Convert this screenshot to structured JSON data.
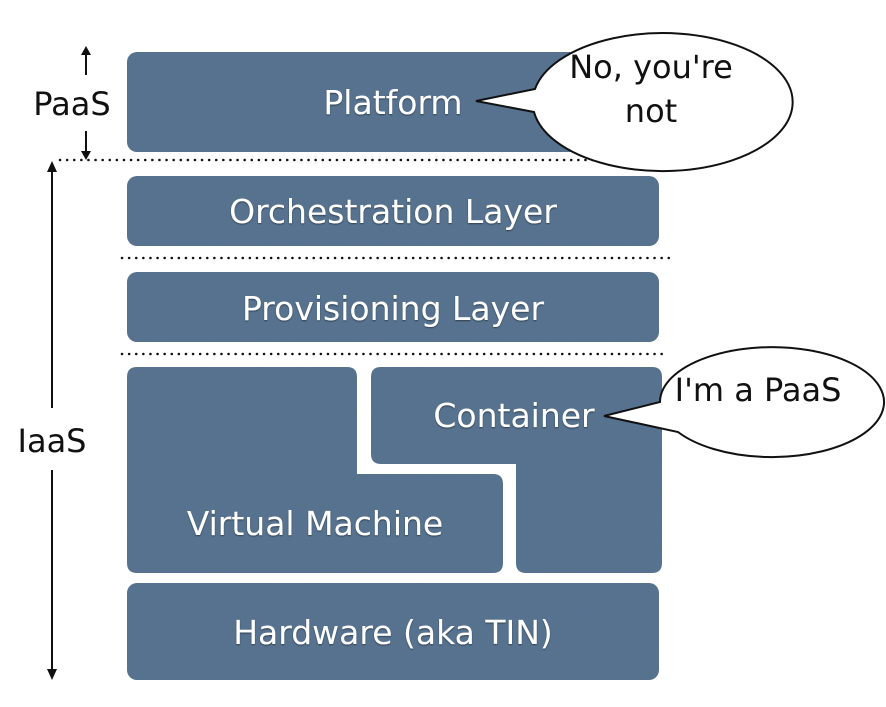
{
  "side_labels": {
    "paas": "PaaS",
    "iaas": "IaaS"
  },
  "layers": {
    "platform": "Platform",
    "orchestration": "Orchestration Layer",
    "provisioning": "Provisioning Layer",
    "container": "Container",
    "virtual_machine": "Virtual Machine",
    "hardware": "Hardware (aka TIN)"
  },
  "bubbles": {
    "platform_line1": "No, you're",
    "platform_line2": "not",
    "container": "I'm a PaaS"
  },
  "colors": {
    "block_fill": "#5a7693",
    "block_text": "#ffffff",
    "line": "#111111",
    "bubble_fill": "#ffffff"
  }
}
